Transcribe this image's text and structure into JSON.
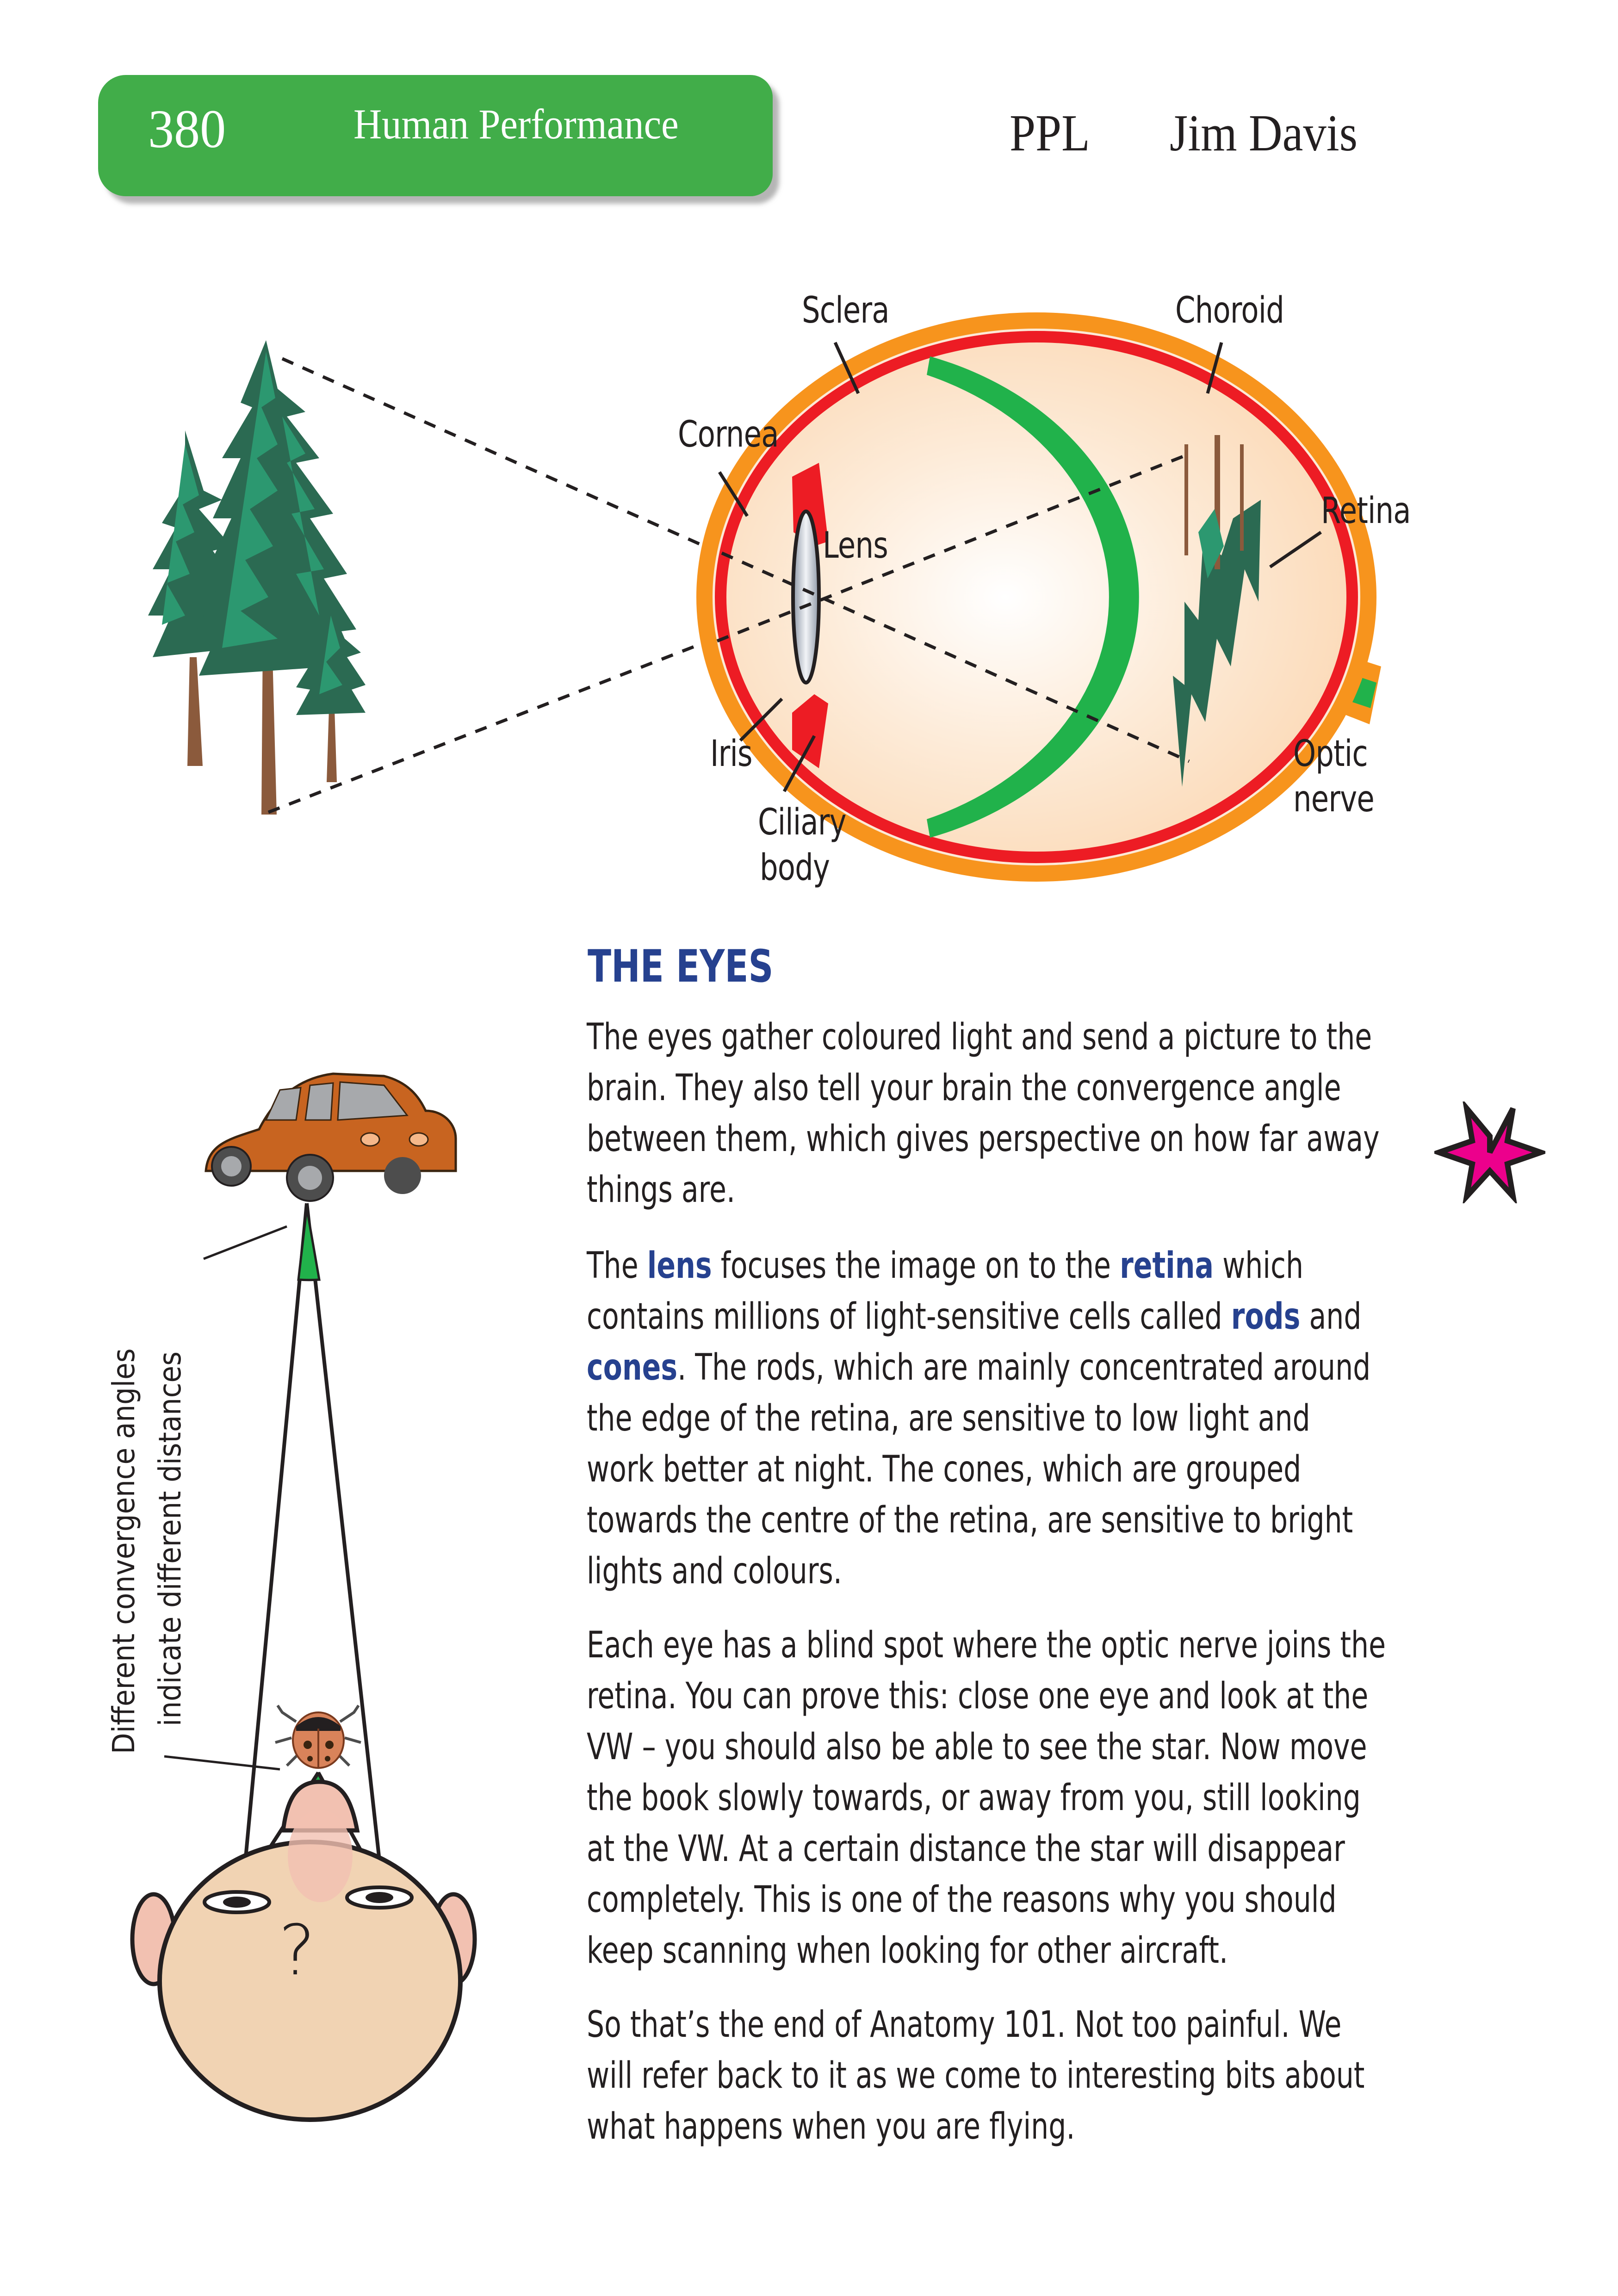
{
  "header": {
    "page_number": "380",
    "section_title": "Human Performance",
    "book_code": "PPL",
    "author": "Jim Davis",
    "tab_color": "#41ad49"
  },
  "eye_diagram": {
    "labels": {
      "sclera": "Sclera",
      "choroid": "Choroid",
      "cornea": "Cornea",
      "lens": "Lens",
      "retina": "Retina",
      "iris": "Iris",
      "ciliary_line1": "Ciliary",
      "ciliary_line2": "body",
      "optic_line1": "Optic",
      "optic_line2": "nerve"
    },
    "colors": {
      "sclera": "#f7941d",
      "choroid": "#ed1c24",
      "retina": "#21b24b",
      "interior": "#fde3c8"
    }
  },
  "convergence_diagram": {
    "caption_line1": "Different convergence angles",
    "caption_line2": "indicate different distances",
    "head_symbol": "?"
  },
  "article": {
    "heading": "THE EYES",
    "heading_color": "#26418f",
    "p1": [
      "The eyes gather coloured light and send a picture to the",
      "brain. They also tell your brain the convergence angle",
      "between them, which gives perspective on how far away",
      "things are."
    ],
    "p2": {
      "l1_a": "The ",
      "l1_kw1": "lens",
      "l1_b": " focuses the image on to the ",
      "l1_kw2": "retina",
      "l1_c": " which",
      "l2_a": "contains millions of light-sensitive cells called ",
      "l2_kw": "rods",
      "l2_b": " and",
      "l3_kw": "cones",
      "l3_a": ". The rods, which are mainly concentrated around",
      "rest": [
        "the edge of the retina, are sensitive to low light and",
        "work better at night. The cones, which are grouped",
        "towards the centre of the retina, are sensitive to bright",
        "lights and colours."
      ]
    },
    "p3": [
      "Each eye has a blind spot where the optic nerve joins the",
      "retina. You can prove this: close one eye and look at the",
      "VW – you should also be able to see the star. Now move",
      "the book slowly towards, or away from you, still looking",
      "at the VW. At a certain distance the star will disappear",
      "completely. This is one of the reasons why you should",
      "keep scanning when looking for other aircraft."
    ],
    "p4": [
      "So that’s the end of Anatomy 101. Not too painful. We",
      "will refer back to it as we come to interesting bits about",
      "what happens when you are flying."
    ]
  },
  "star": {
    "color": "#ec008c"
  }
}
